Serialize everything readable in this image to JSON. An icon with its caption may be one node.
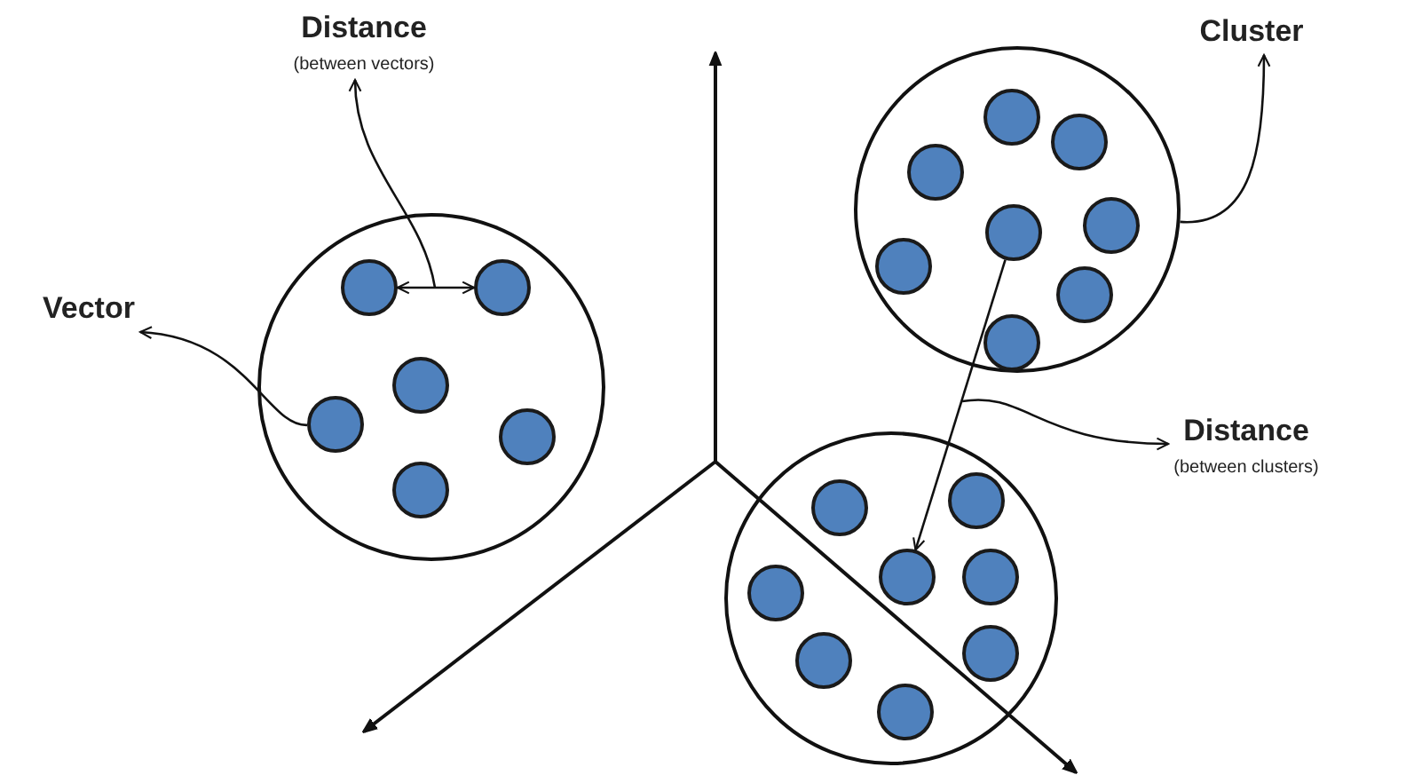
{
  "diagram": {
    "nodes": [
      {
        "text": [
          "Distance",
          "(between vectors)"
        ]
      },
      {
        "text": [
          "Vector"
        ]
      },
      {
        "text": [
          "Cluster"
        ]
      },
      {
        "text": [
          "Distance",
          "(between clusters)"
        ]
      },
      {
        "text": [],
        "shape": "circle"
      },
      {
        "text": [],
        "shape": "circle",
        "in": 4
      },
      {
        "text": [],
        "shape": "circle",
        "in": 4
      },
      {
        "text": [],
        "shape": "circle",
        "in": 4
      },
      {
        "text": [],
        "shape": "circle",
        "in": 4
      },
      {
        "text": [],
        "shape": "circle",
        "in": 4
      },
      {
        "text": [],
        "shape": "circle",
        "in": 4
      },
      {
        "text": [],
        "shape": "circle"
      },
      {
        "text": [],
        "shape": "circle",
        "in": 11
      },
      {
        "text": [],
        "shape": "circle",
        "in": 11
      },
      {
        "text": [],
        "shape": "circle",
        "in": 11
      },
      {
        "text": [],
        "shape": "circle",
        "in": 11
      },
      {
        "text": [],
        "shape": "circle",
        "in": 11
      },
      {
        "text": [],
        "shape": "circle",
        "in": 11
      },
      {
        "text": [],
        "shape": "circle",
        "in": 11
      },
      {
        "text": [],
        "shape": "circle",
        "in": 11
      },
      {
        "text": [],
        "shape": "circle"
      },
      {
        "text": [],
        "shape": "circle",
        "in": 20
      },
      {
        "text": [],
        "shape": "circle",
        "in": 20
      },
      {
        "text": [],
        "shape": "circle",
        "in": 20
      },
      {
        "text": [],
        "shape": "circle",
        "in": 20
      },
      {
        "text": [],
        "shape": "circle",
        "in": 20
      },
      {
        "text": [],
        "shape": "circle",
        "in": 20
      },
      {
        "text": [],
        "shape": "circle",
        "in": 20
      },
      {
        "text": [],
        "shape": "circle",
        "in": 20
      }
    ],
    "edges": [
      {
        "from": null,
        "to": 0,
        "arrow": "to"
      },
      {
        "from": 5,
        "to": 6,
        "arrow": "both"
      },
      {
        "from": 8,
        "to": 1,
        "arrow": "to"
      },
      {
        "from": 11,
        "to": 2,
        "arrow": "to"
      },
      {
        "from": 15,
        "to": 24,
        "arrow": "to"
      },
      {
        "from": null,
        "to": 3,
        "arrow": "to"
      }
    ]
  }
}
